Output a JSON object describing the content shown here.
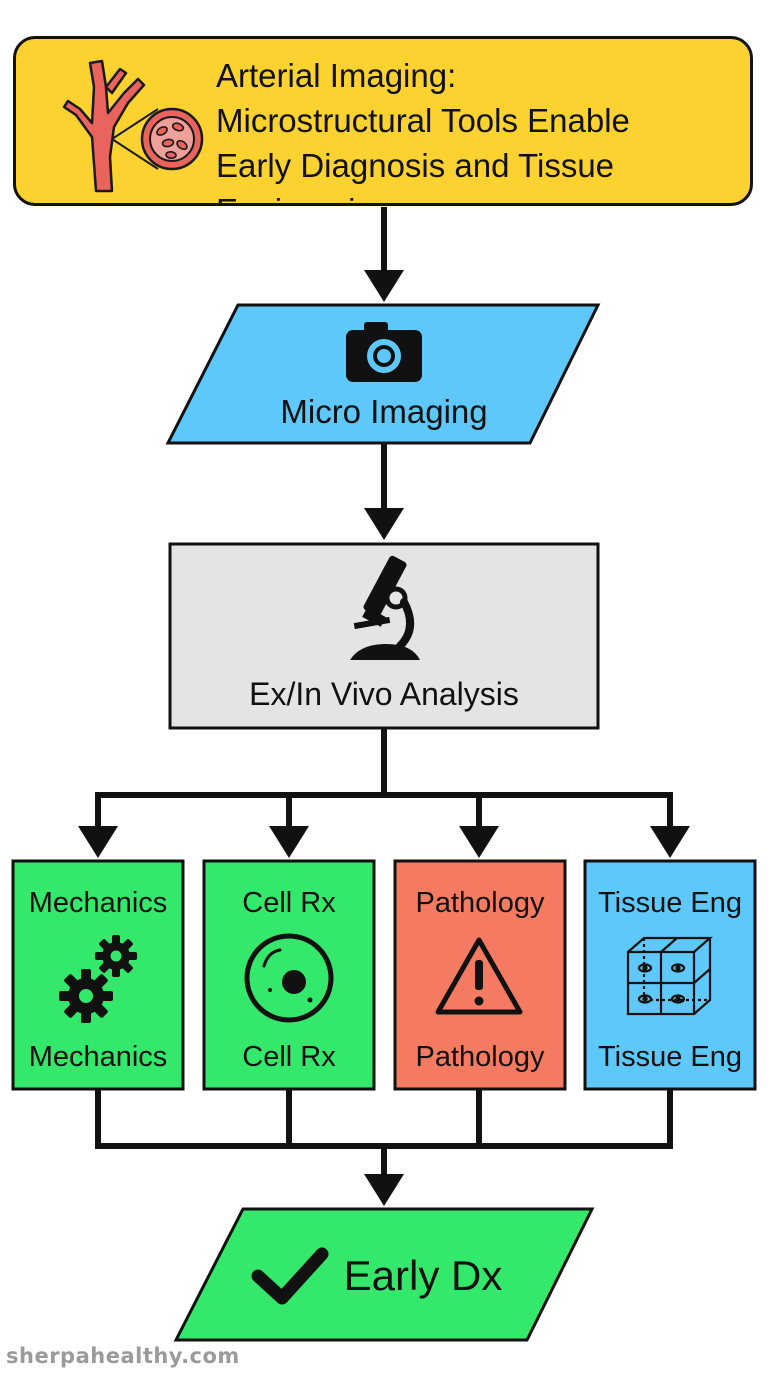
{
  "title": {
    "lines": [
      "Arterial Imaging:",
      "Microstructural Tools Enable",
      "Early Diagnosis and Tissue",
      "Engineering"
    ]
  },
  "nodes": {
    "micro_imaging": {
      "label": "Micro Imaging",
      "icon": "camera-icon",
      "color": "#5ec8fa"
    },
    "analysis": {
      "label": "Ex/In Vivo Analysis",
      "icon": "microscope-icon",
      "color": "#e4e4e4"
    },
    "mechanics": {
      "top_label": "Mechanics",
      "bottom_label": "Mechanics",
      "icon": "gears-icon",
      "color": "#33e86a"
    },
    "cell_rx": {
      "top_label": "Cell Rx",
      "bottom_label": "Cell Rx",
      "icon": "cell-icon",
      "color": "#33e86a"
    },
    "pathology": {
      "top_label": "Pathology",
      "bottom_label": "Pathology",
      "icon": "warning-icon",
      "color": "#f47b61"
    },
    "tissue_eng": {
      "top_label": "Tissue Eng",
      "bottom_label": "Tissue Eng",
      "icon": "scaffold-icon",
      "color": "#5ec8fa"
    },
    "early_dx": {
      "label": "Early Dx",
      "icon": "checkmark-icon",
      "color": "#33e86a"
    }
  },
  "colors": {
    "title_bg": "#fbd22f",
    "outline": "#111111",
    "artery": "#e8645c"
  },
  "watermark": "sherpahealthy.com"
}
